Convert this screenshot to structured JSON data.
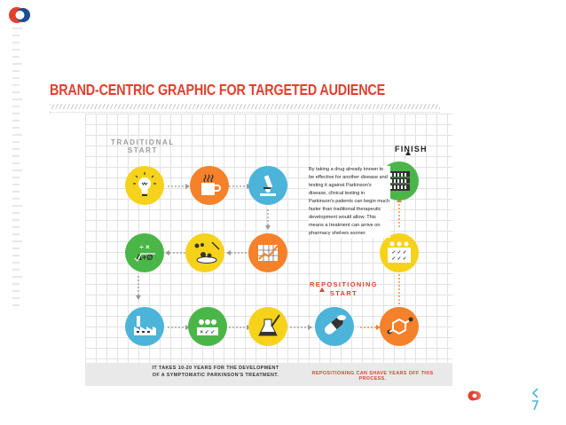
{
  "header": {
    "title": "BRAND-CENTRIC GRAPHIC FOR TARGETED AUDIENCE"
  },
  "diagram": {
    "start_traditional": "TRADITIONAL\nSTART",
    "finish": "FINISH",
    "start_repositioning": "REPOSITIONING\nSTART",
    "description": "By taking a drug already known to be effective for another disease and testing it against Parkinson's disease, clinical testing in Parkinson's patients can begin much faster than traditional therapeutic development would allow. This means a treatment can arrive on pharmacy shelves sooner.",
    "nodes": [
      {
        "icon": "lightbulb-icon",
        "color": "#f6d21b"
      },
      {
        "icon": "coffee-cup-icon",
        "color": "#f5812a"
      },
      {
        "icon": "microscope-icon",
        "color": "#4cb3d9"
      },
      {
        "icon": "math-symbols-icon",
        "color": "#4bb648"
      },
      {
        "icon": "molecule-dish-icon",
        "color": "#f6d21b"
      },
      {
        "icon": "rising-graph-icon",
        "color": "#f5812a"
      },
      {
        "icon": "factory-icon",
        "color": "#4cb3d9"
      },
      {
        "icon": "checklist-people-icon",
        "color": "#4bb648"
      },
      {
        "icon": "flask-pipette-icon",
        "color": "#f6d21b"
      },
      {
        "icon": "pills-icon",
        "color": "#4cb3d9"
      },
      {
        "icon": "molecule-icon",
        "color": "#f5812a"
      },
      {
        "icon": "checklist-grid-icon",
        "color": "#f6d21b"
      },
      {
        "icon": "pharmacy-shelf-icon",
        "color": "#4bb648"
      }
    ]
  },
  "footer": {
    "traditional_note": "IT TAKES 10-20 YEARS FOR THE DEVELOPMENT OF A SYMPTOMATIC PARKINSON'S TREATMENT.",
    "repositioning_note": "REPOSITIONING CAN SHAVE YEARS OFF THIS PROCESS."
  },
  "colors": {
    "accent_red": "#e2402f",
    "yellow": "#f6d21b",
    "orange": "#f5812a",
    "blue": "#4cb3d9",
    "green": "#4bb648"
  }
}
